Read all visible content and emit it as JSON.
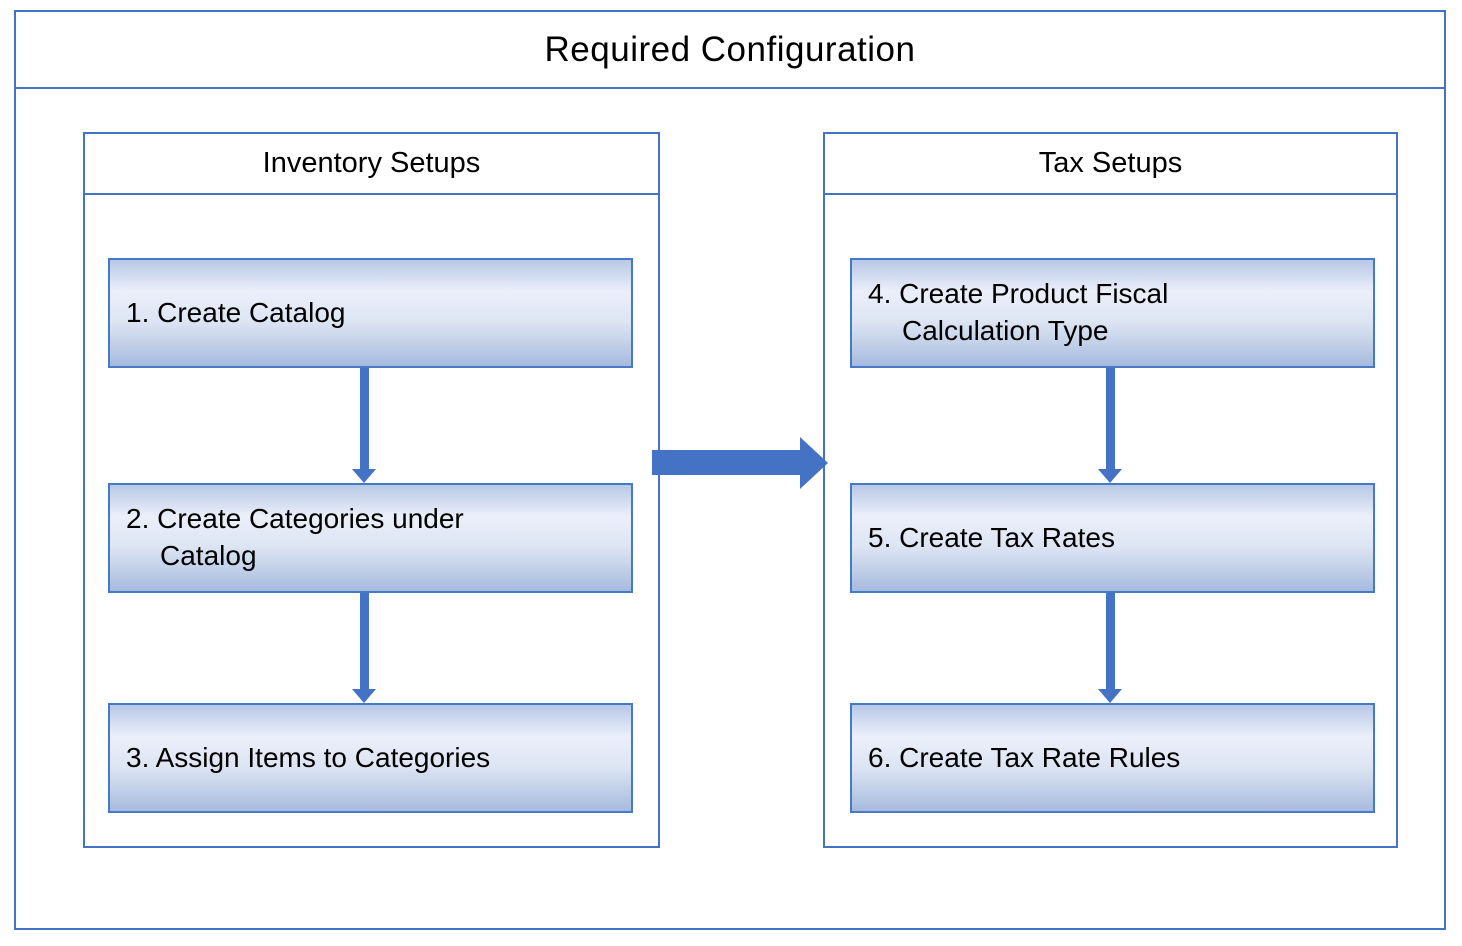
{
  "title": "Required Configuration",
  "colors": {
    "accent": "#4472C4",
    "box_border": "#4779C9",
    "box_gradient_top": "#b7c8e6",
    "box_gradient_light": "#ebeffa",
    "box_gradient_bottom": "#a7bbde"
  },
  "panels": [
    {
      "title": "Inventory Setups",
      "steps": [
        {
          "line1": "1. Create Catalog",
          "line2": ""
        },
        {
          "line1": "2. Create Categories under",
          "line2": "Catalog"
        },
        {
          "line1": "3. Assign Items to Categories",
          "line2": ""
        }
      ]
    },
    {
      "title": "Tax Setups",
      "steps": [
        {
          "line1": "4. Create Product Fiscal",
          "line2": "Calculation Type"
        },
        {
          "line1": "5. Create Tax Rates",
          "line2": ""
        },
        {
          "line1": "6. Create Tax Rate Rules",
          "line2": ""
        }
      ]
    }
  ]
}
